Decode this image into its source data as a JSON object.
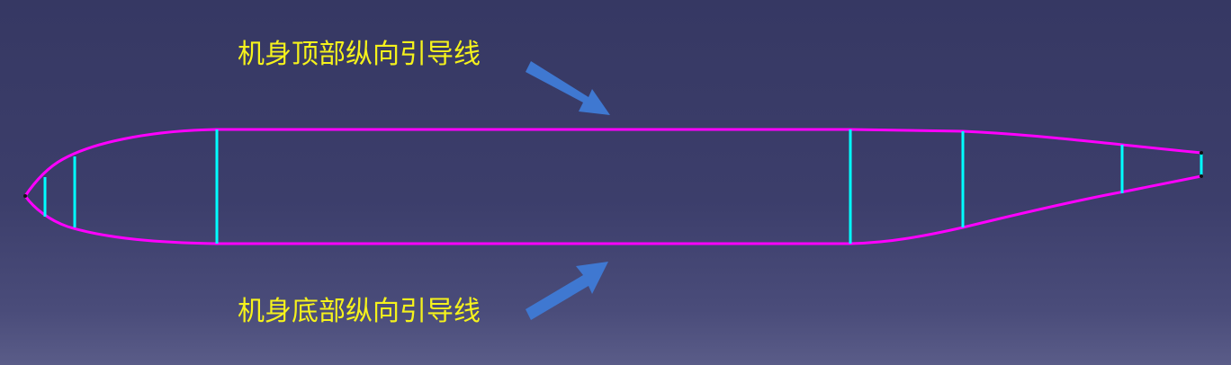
{
  "annotations": {
    "top_guide_label": "机身顶部纵向引导线",
    "bottom_guide_label": "机身底部纵向引导线"
  },
  "colors": {
    "background": "#3a3c68",
    "guide_curve": "#ff00ff",
    "section_lines": "#00ffff",
    "label_text": "#f5f21c",
    "arrow": "#3f78d1"
  },
  "diagram": {
    "section_line_count": 7,
    "arrow_count": 2
  }
}
